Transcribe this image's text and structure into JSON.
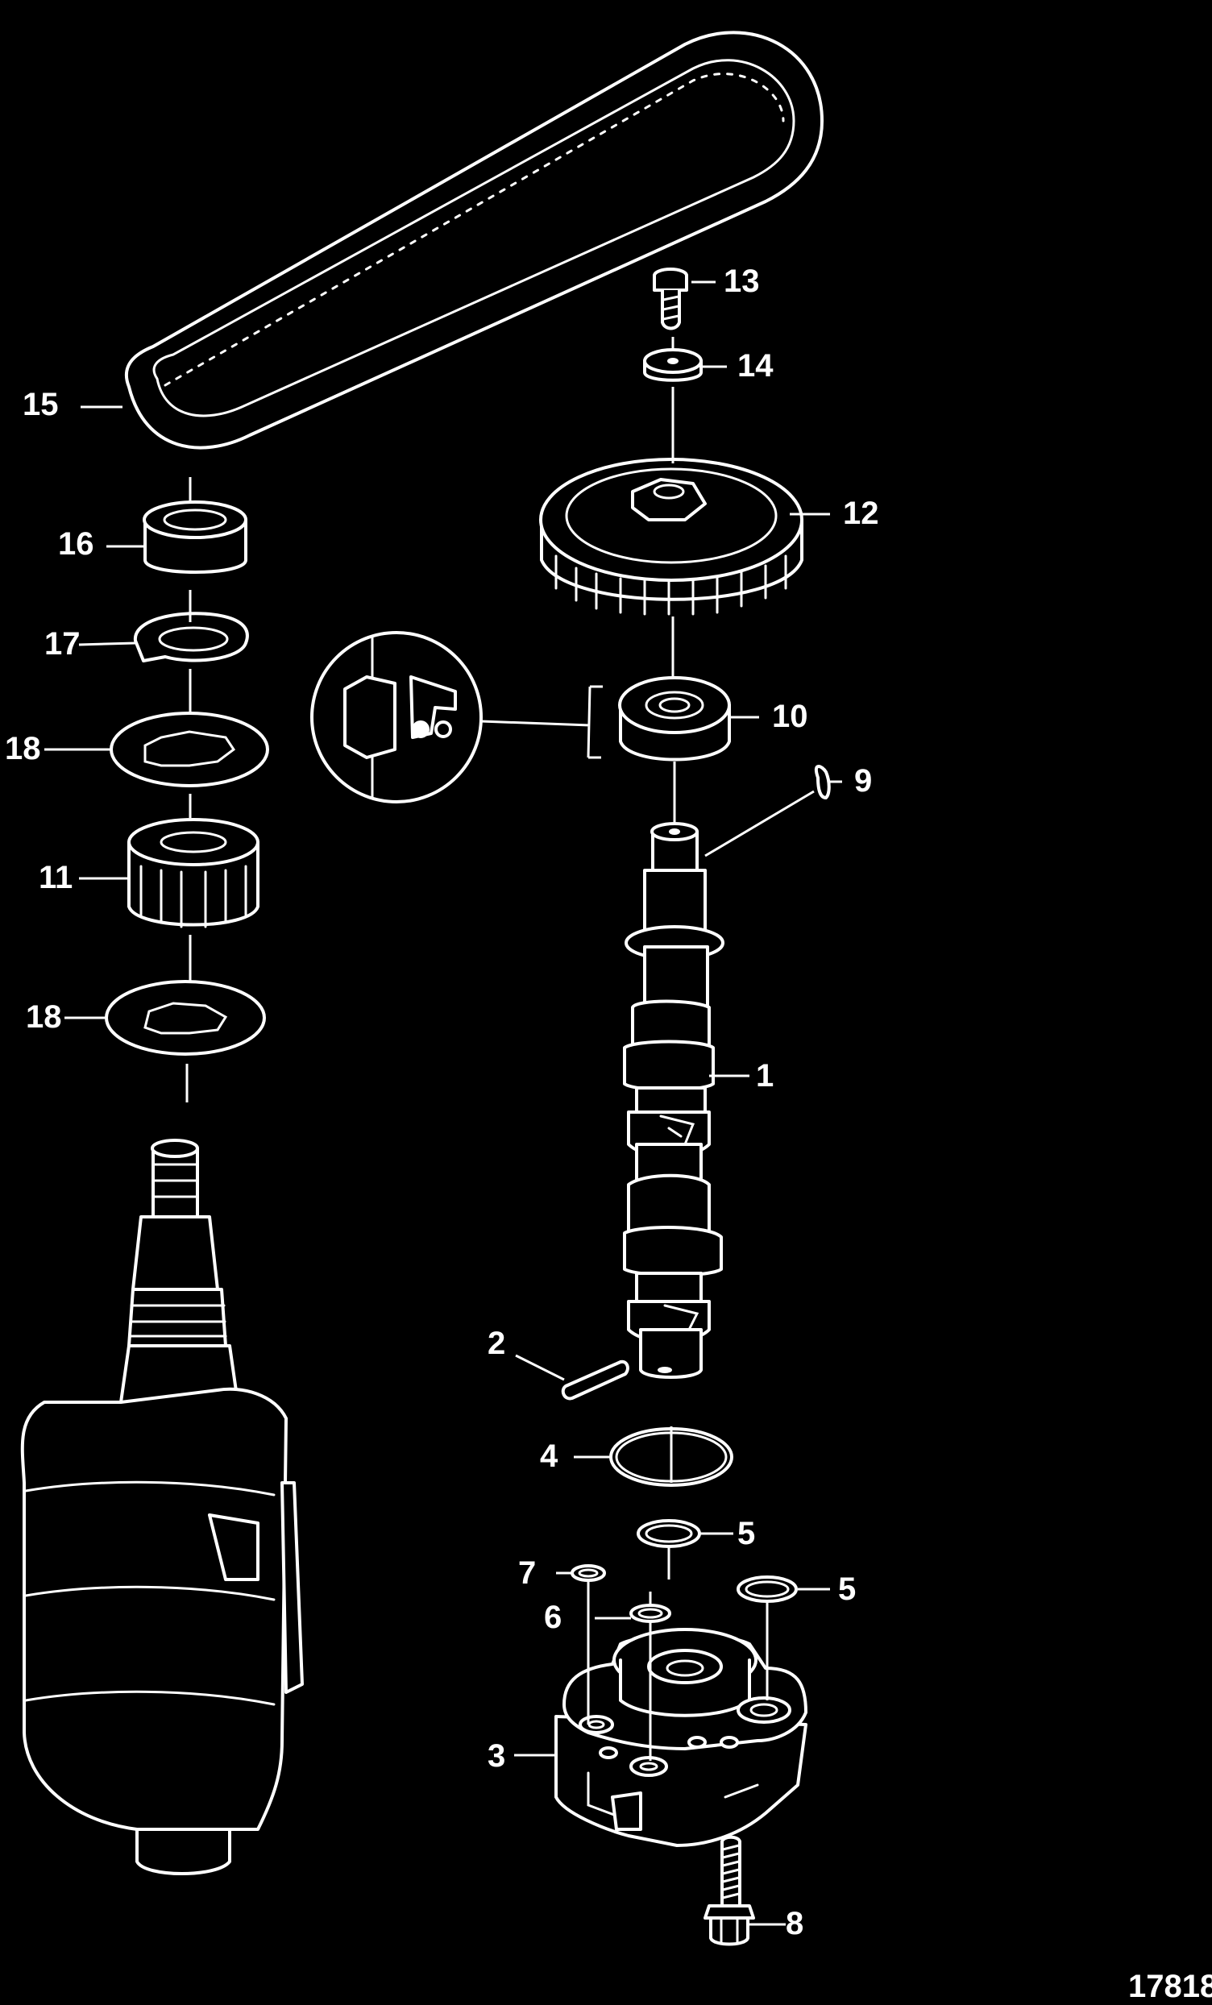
{
  "figure_id": "17818",
  "callouts": [
    {
      "id": "c15",
      "label": "15"
    },
    {
      "id": "c16",
      "label": "16"
    },
    {
      "id": "c17",
      "label": "17"
    },
    {
      "id": "c18a",
      "label": "18"
    },
    {
      "id": "c11",
      "label": "11"
    },
    {
      "id": "c18b",
      "label": "18"
    },
    {
      "id": "c13",
      "label": "13"
    },
    {
      "id": "c14",
      "label": "14"
    },
    {
      "id": "c12",
      "label": "12"
    },
    {
      "id": "c10",
      "label": "10"
    },
    {
      "id": "c9",
      "label": "9"
    },
    {
      "id": "c1",
      "label": "1"
    },
    {
      "id": "c2",
      "label": "2"
    },
    {
      "id": "c4",
      "label": "4"
    },
    {
      "id": "c5a",
      "label": "5"
    },
    {
      "id": "c7",
      "label": "7"
    },
    {
      "id": "c5b",
      "label": "5"
    },
    {
      "id": "c6",
      "label": "6"
    },
    {
      "id": "c3",
      "label": "3"
    },
    {
      "id": "c8",
      "label": "8"
    }
  ]
}
